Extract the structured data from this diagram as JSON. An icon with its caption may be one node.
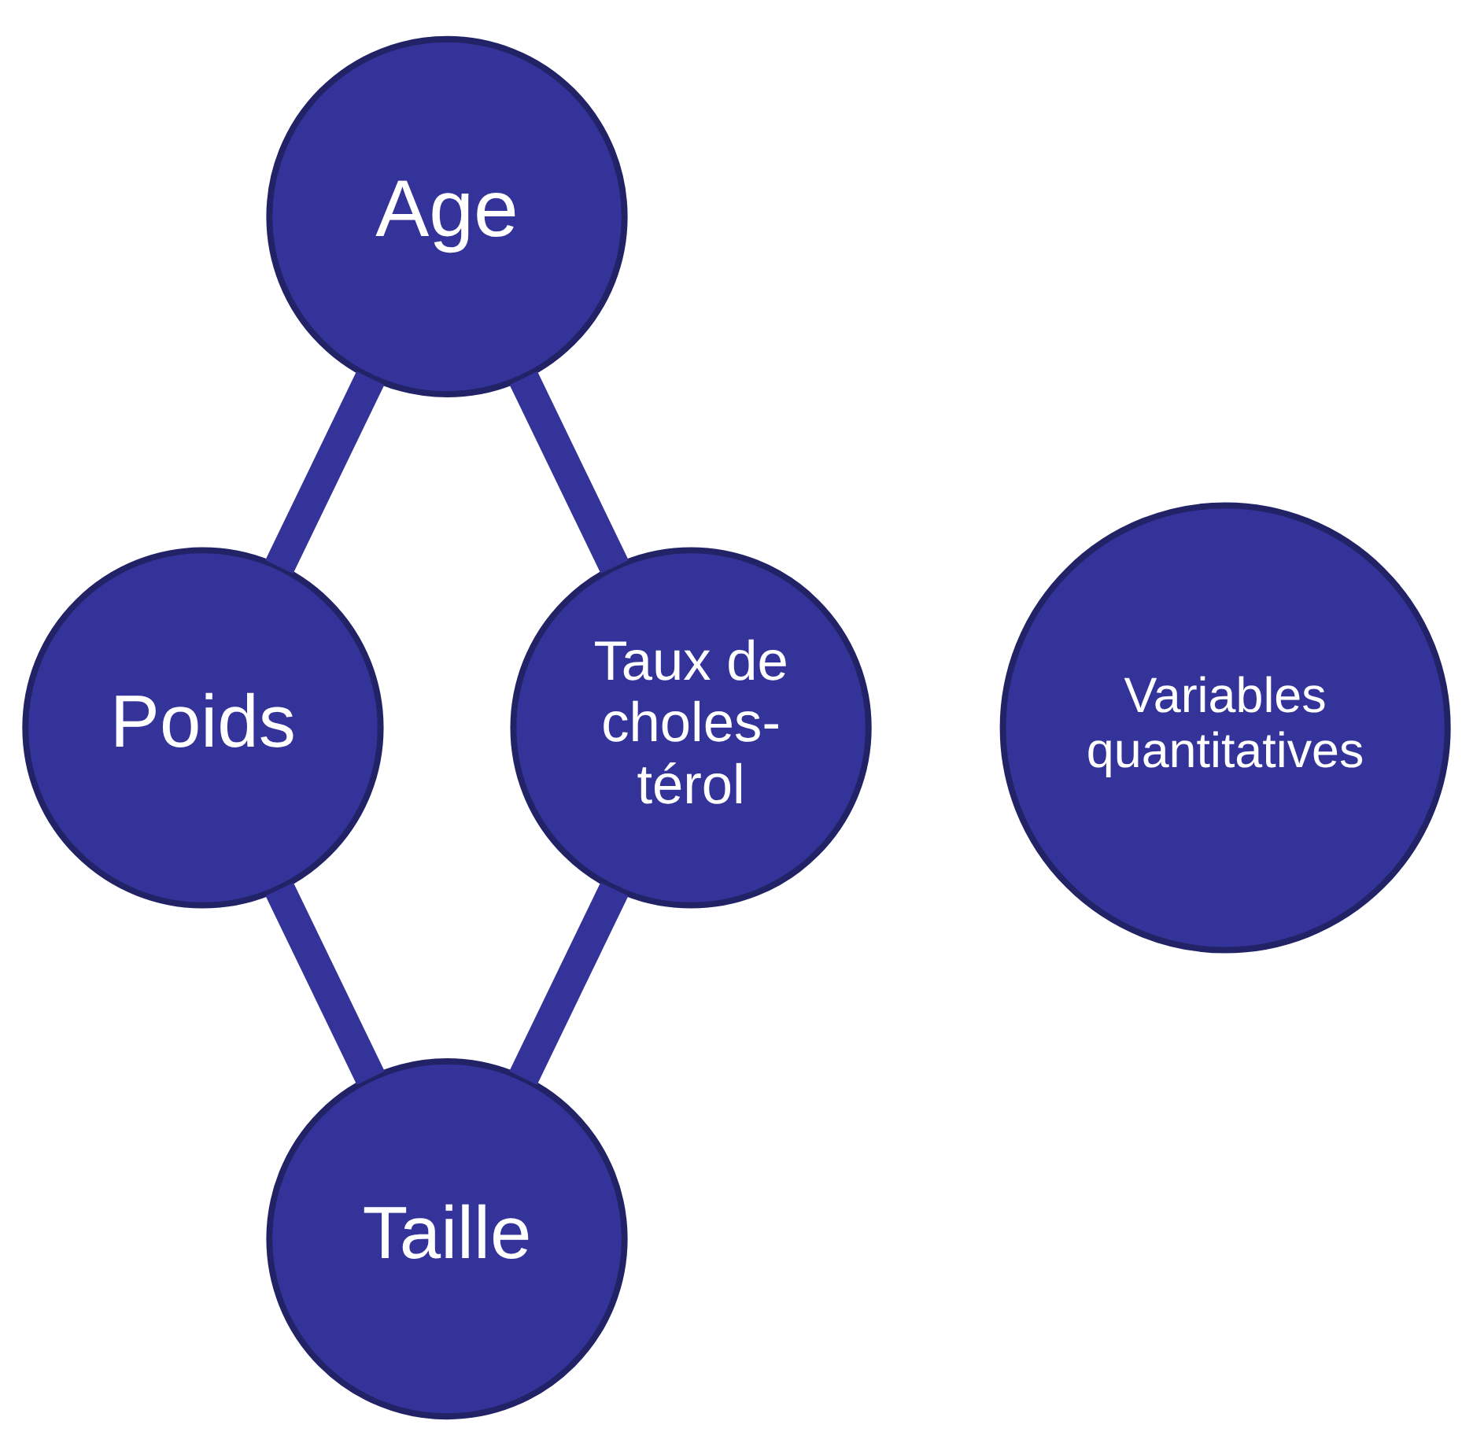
{
  "diagram": {
    "nodes": [
      {
        "text": [
          "Age"
        ]
      },
      {
        "text": [
          "Taux de choles-térol"
        ]
      },
      {
        "text": [
          "Variables quantitatives"
        ]
      },
      {
        "text": [
          "Poids"
        ]
      },
      {
        "text": [
          "Taille"
        ]
      }
    ],
    "edges": [
      {
        "from": 0,
        "to": 3,
        "arrow": "none"
      },
      {
        "from": 3,
        "to": 4,
        "arrow": "none"
      },
      {
        "from": 4,
        "to": 1,
        "arrow": "none"
      },
      {
        "from": 1,
        "to": 0,
        "arrow": "none"
      }
    ]
  }
}
